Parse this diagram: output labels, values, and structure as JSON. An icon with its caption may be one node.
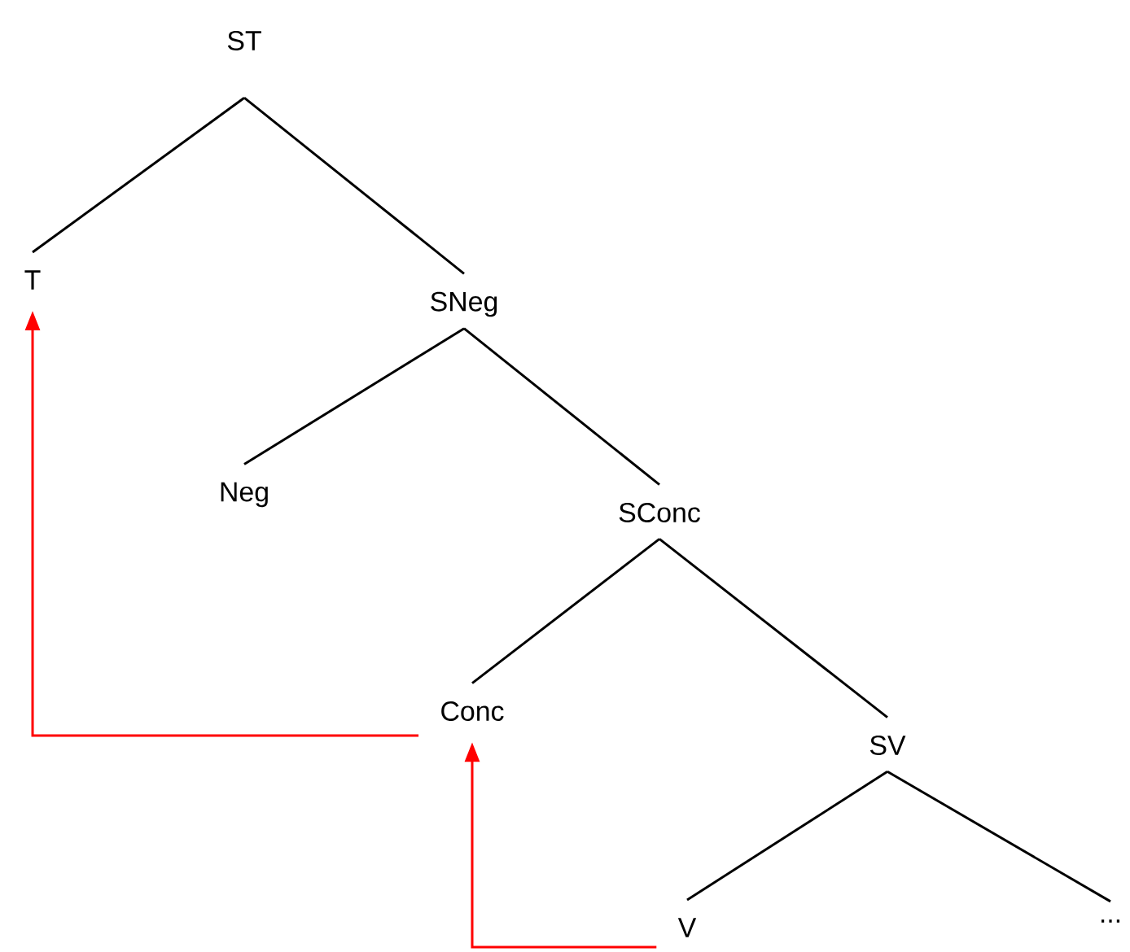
{
  "diagram": {
    "nodes": [
      {
        "text": [
          "ST"
        ]
      },
      {
        "text": [
          "T"
        ]
      },
      {
        "text": [
          "SNeg"
        ]
      },
      {
        "text": [
          "Neg"
        ]
      },
      {
        "text": [
          "SConc"
        ]
      },
      {
        "text": [
          "Conc"
        ]
      },
      {
        "text": [
          "SV"
        ]
      },
      {
        "text": [
          "V"
        ]
      },
      {
        "text": [
          "..."
        ]
      }
    ],
    "edges": [
      {
        "from": 0,
        "to": 1,
        "arrow": "none"
      },
      {
        "from": 0,
        "to": 2,
        "arrow": "none"
      },
      {
        "from": 2,
        "to": 3,
        "arrow": "none"
      },
      {
        "from": 2,
        "to": 4,
        "arrow": "none"
      },
      {
        "from": 4,
        "to": 5,
        "arrow": "none"
      },
      {
        "from": 4,
        "to": 6,
        "arrow": "none"
      },
      {
        "from": 6,
        "to": 7,
        "arrow": "none"
      },
      {
        "from": 6,
        "to": 8,
        "arrow": "none"
      },
      {
        "from": 5,
        "to": 1,
        "arrow": "to",
        "color": "#ff0000"
      },
      {
        "from": 7,
        "to": 5,
        "arrow": "to",
        "color": "#ff0000"
      }
    ]
  }
}
